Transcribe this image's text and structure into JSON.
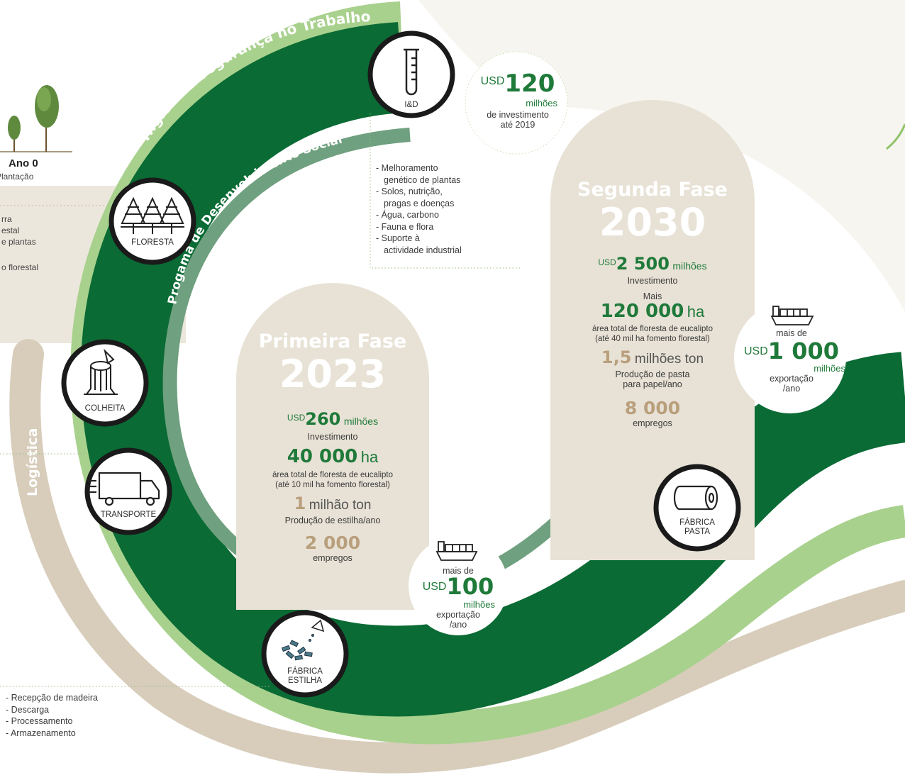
{
  "header_labels": {
    "ano": "Ano 0",
    "plantacao": "Plantação",
    "left_frag_1": "rra",
    "left_frag_2": "estal",
    "left_frag_3": "e plantas",
    "left_frag_4": "o florestal"
  },
  "arcs": {
    "higiene": "Higiene e Segurança no Trabalho",
    "social": "Progama de Desenvolvimento Social",
    "logistica": "Logística"
  },
  "nodes": {
    "id": "I&D",
    "floresta": "FLORESTA",
    "colheita": "COLHEITA",
    "transporte": "TRANSPORTE",
    "fabrica_estilha_1": "FÁBRICA",
    "fabrica_estilha_2": "ESTILHA",
    "fabrica_pasta_1": "FÁBRICA",
    "fabrica_pasta_2": "PASTA"
  },
  "id_investment": {
    "usd": "USD",
    "value": "120",
    "unit": "milhões",
    "desc1": "de investimento",
    "desc2": "até 2019"
  },
  "id_list": [
    "Melhoramento",
    "genético de plantas",
    "Solos, nutrição,",
    "pragas e doenças",
    "Água, carbono",
    "Fauna e flora",
    "Suporte à",
    "actividade industrial"
  ],
  "logistics_list": [
    "Recepção de madeira",
    "Descarga",
    "Processamento",
    "Armazenamento"
  ],
  "phase1": {
    "title": "Primeira Fase",
    "year": "2023",
    "inv_usd": "USD",
    "inv_value": "260",
    "inv_unit": "milhões",
    "inv_label": "Investimento",
    "area_value": "40 000",
    "area_unit": "ha",
    "area_label1": "área total de floresta de eucalipto",
    "area_label2": "(até 10 mil ha fomento florestal)",
    "prod_value": "1",
    "prod_unit": "milhão ton",
    "prod_label": "Produção de estilha/ano",
    "jobs_value": "2 000",
    "jobs_label": "empregos"
  },
  "phase2": {
    "title": "Segunda Fase",
    "year": "2030",
    "inv_usd": "USD",
    "inv_value": "2 500",
    "inv_unit": "milhões",
    "inv_label": "Investimento",
    "area_pre": "Mais",
    "area_value": "120 000",
    "area_unit": "ha",
    "area_label1": "área total de floresta de eucalipto",
    "area_label2": "(até 40 mil ha fomento florestal)",
    "prod_value": "1,5",
    "prod_unit": "milhões ton",
    "prod_label1": "Produção de pasta",
    "prod_label2": "para papel/ano",
    "jobs_value": "8 000",
    "jobs_label": "empregos"
  },
  "export1": {
    "pre": "mais de",
    "usd": "USD",
    "value": "100",
    "unit": "milhões",
    "label1": "exportação",
    "label2": "/ano"
  },
  "export2": {
    "pre": "mais de",
    "usd": "USD",
    "value": "1 000",
    "unit": "milhões",
    "label1": "exportação",
    "label2": "/ano"
  },
  "colors": {
    "dark_green": "#0a6b34",
    "light_green": "#a9d18e",
    "mid_green": "#6fa07f",
    "beige": "#e8e2d6",
    "tan": "#d8cdbb",
    "text_green": "#1f7a3a"
  }
}
